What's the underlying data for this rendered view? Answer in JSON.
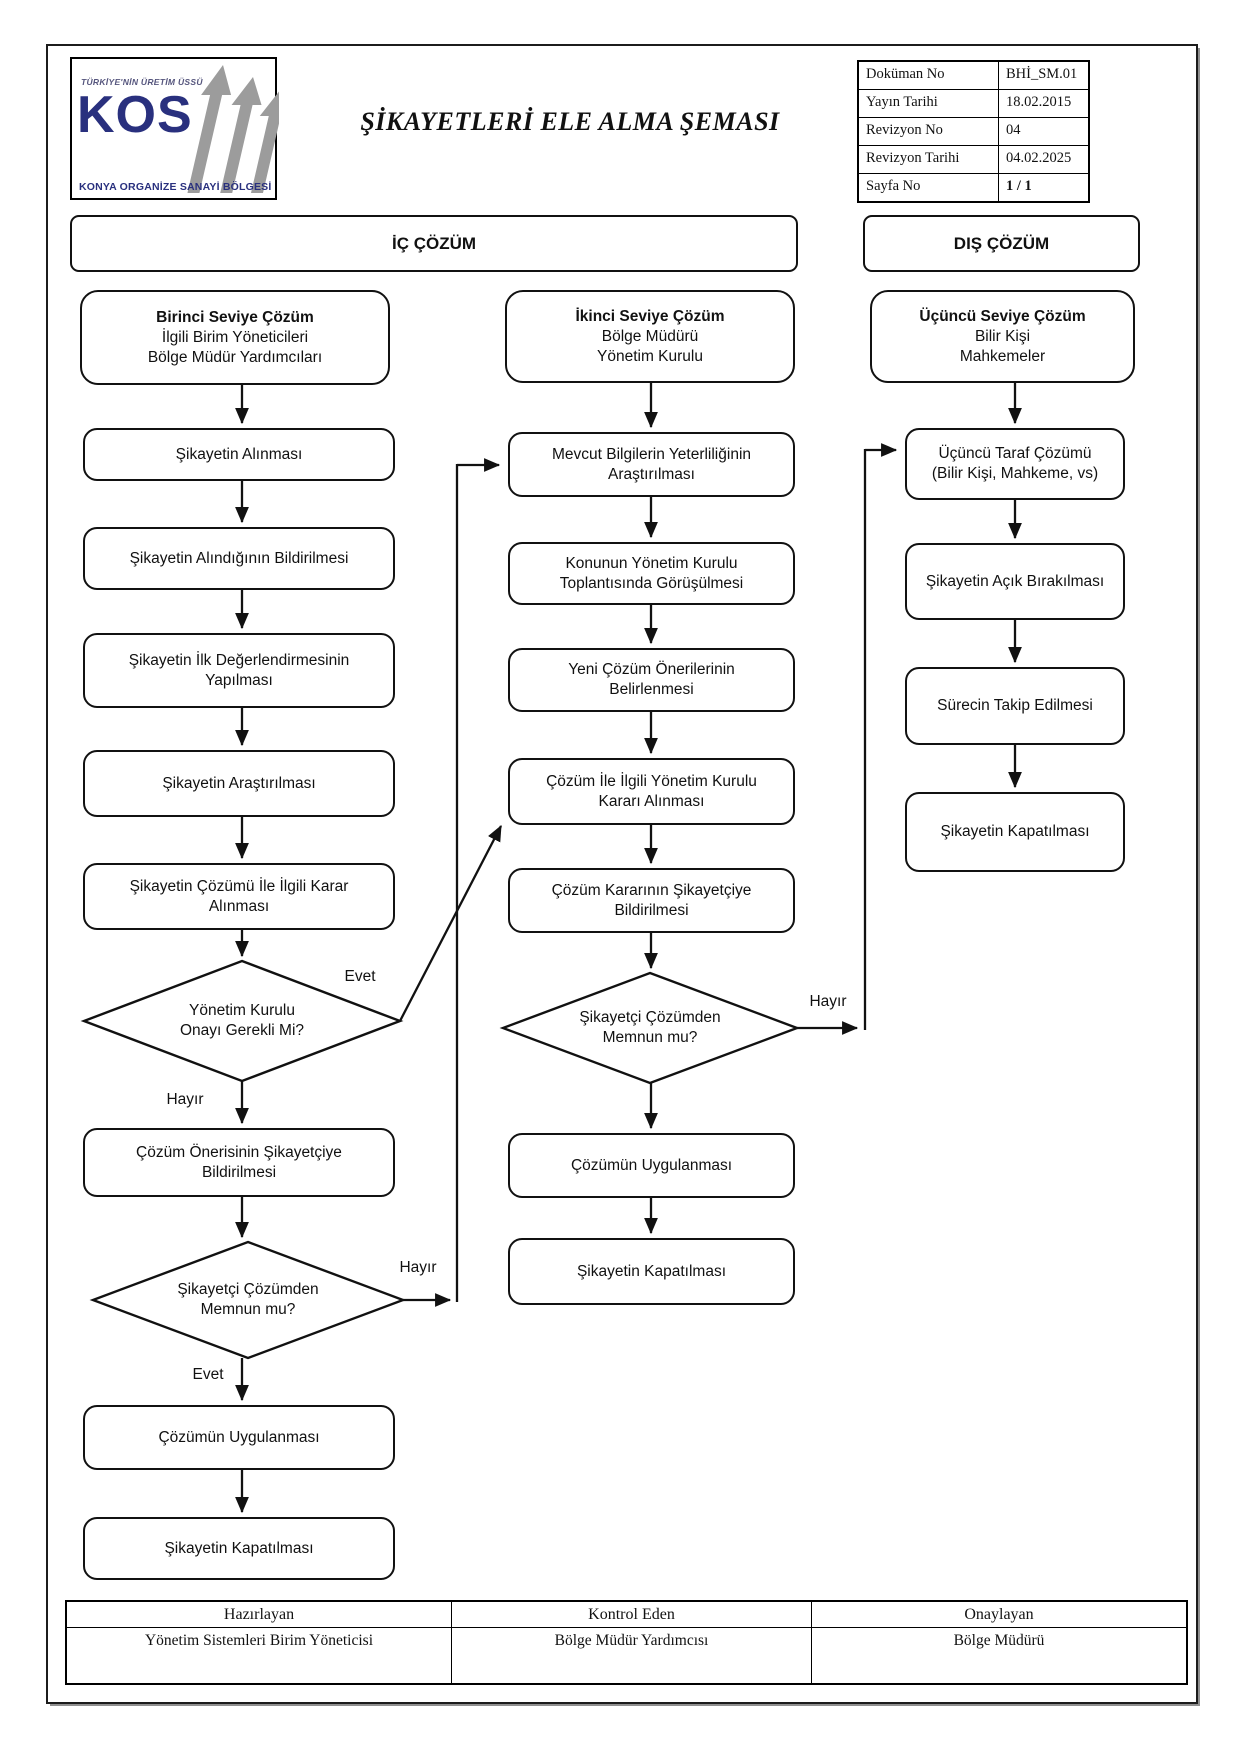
{
  "page": {
    "header": {
      "logo": {
        "tagline": "TÜRKİYE'NİN ÜRETİM ÜSSÜ",
        "acronym": "KOS",
        "org": "KONYA ORGANİZE SANAYİ BÖLGESİ"
      },
      "title": "ŞİKAYETLERİ ELE ALMA ŞEMASI",
      "doc_table": {
        "rows": [
          {
            "label": "Doküman No",
            "value": "BHİ_SM.01"
          },
          {
            "label": "Yayın Tarihi",
            "value": "18.02.2015"
          },
          {
            "label": "Revizyon No",
            "value": "04"
          },
          {
            "label": "Revizyon Tarihi",
            "value": "04.02.2025"
          },
          {
            "label": "Sayfa No",
            "value": "1 / 1"
          }
        ]
      }
    },
    "lanes": {
      "internal": "İÇ ÇÖZÜM",
      "external": "DIŞ ÇÖZÜM"
    },
    "decision_labels": {
      "yes": "Evet",
      "no": "Hayır"
    },
    "flow": {
      "level1": {
        "title": "Birinci Seviye Çözüm",
        "subtitle": "İlgili Birim Yöneticileri\nBölge Müdür Yardımcıları"
      },
      "level2": {
        "title": "İkinci Seviye Çözüm",
        "subtitle": "Bölge Müdürü\nYönetim Kurulu"
      },
      "level3": {
        "title": "Üçüncü Seviye Çözüm",
        "subtitle": "Bilir Kişi\nMahkemeler"
      },
      "col1": {
        "s1": "Şikayetin Alınması",
        "s2": "Şikayetin Alındığının Bildirilmesi",
        "s3": "Şikayetin İlk Değerlendirmesinin\nYapılması",
        "s4": "Şikayetin Araştırılması",
        "s5": "Şikayetin Çözümü İle İlgili Karar\nAlınması",
        "d1": "Yönetim Kurulu\nOnayı Gerekli Mi?",
        "s6": "Çözüm Önerisinin Şikayetçiye\nBildirilmesi",
        "d2": "Şikayetçi Çözümden\nMemnun mu?",
        "s7": "Çözümün Uygulanması",
        "s8": "Şikayetin Kapatılması"
      },
      "col2": {
        "s1": "Mevcut Bilgilerin Yeterliliğinin\nAraştırılması",
        "s2": "Konunun Yönetim Kurulu\nToplantısında Görüşülmesi",
        "s3": "Yeni Çözüm Önerilerinin\nBelirlenmesi",
        "s4": "Çözüm İle İlgili Yönetim Kurulu\nKararı Alınması",
        "s5": "Çözüm Kararının Şikayetçiye\nBildirilmesi",
        "d1": "Şikayetçi Çözümden\nMemnun mu?",
        "s6": "Çözümün Uygulanması",
        "s7": "Şikayetin Kapatılması"
      },
      "col3": {
        "s1": "Üçüncü Taraf Çözümü\n(Bilir Kişi, Mahkeme, vs)",
        "s2": "Şikayetin Açık Bırakılması",
        "s3": "Sürecin Takip Edilmesi",
        "s4": "Şikayetin Kapatılması"
      }
    },
    "footer": {
      "cells": [
        {
          "role": "Hazırlayan",
          "name": "Yönetim Sistemleri Birim Yöneticisi"
        },
        {
          "role": "Kontrol Eden",
          "name": "Bölge Müdür Yardımcısı"
        },
        {
          "role": "Onaylayan",
          "name": "Bölge Müdürü"
        }
      ]
    }
  }
}
